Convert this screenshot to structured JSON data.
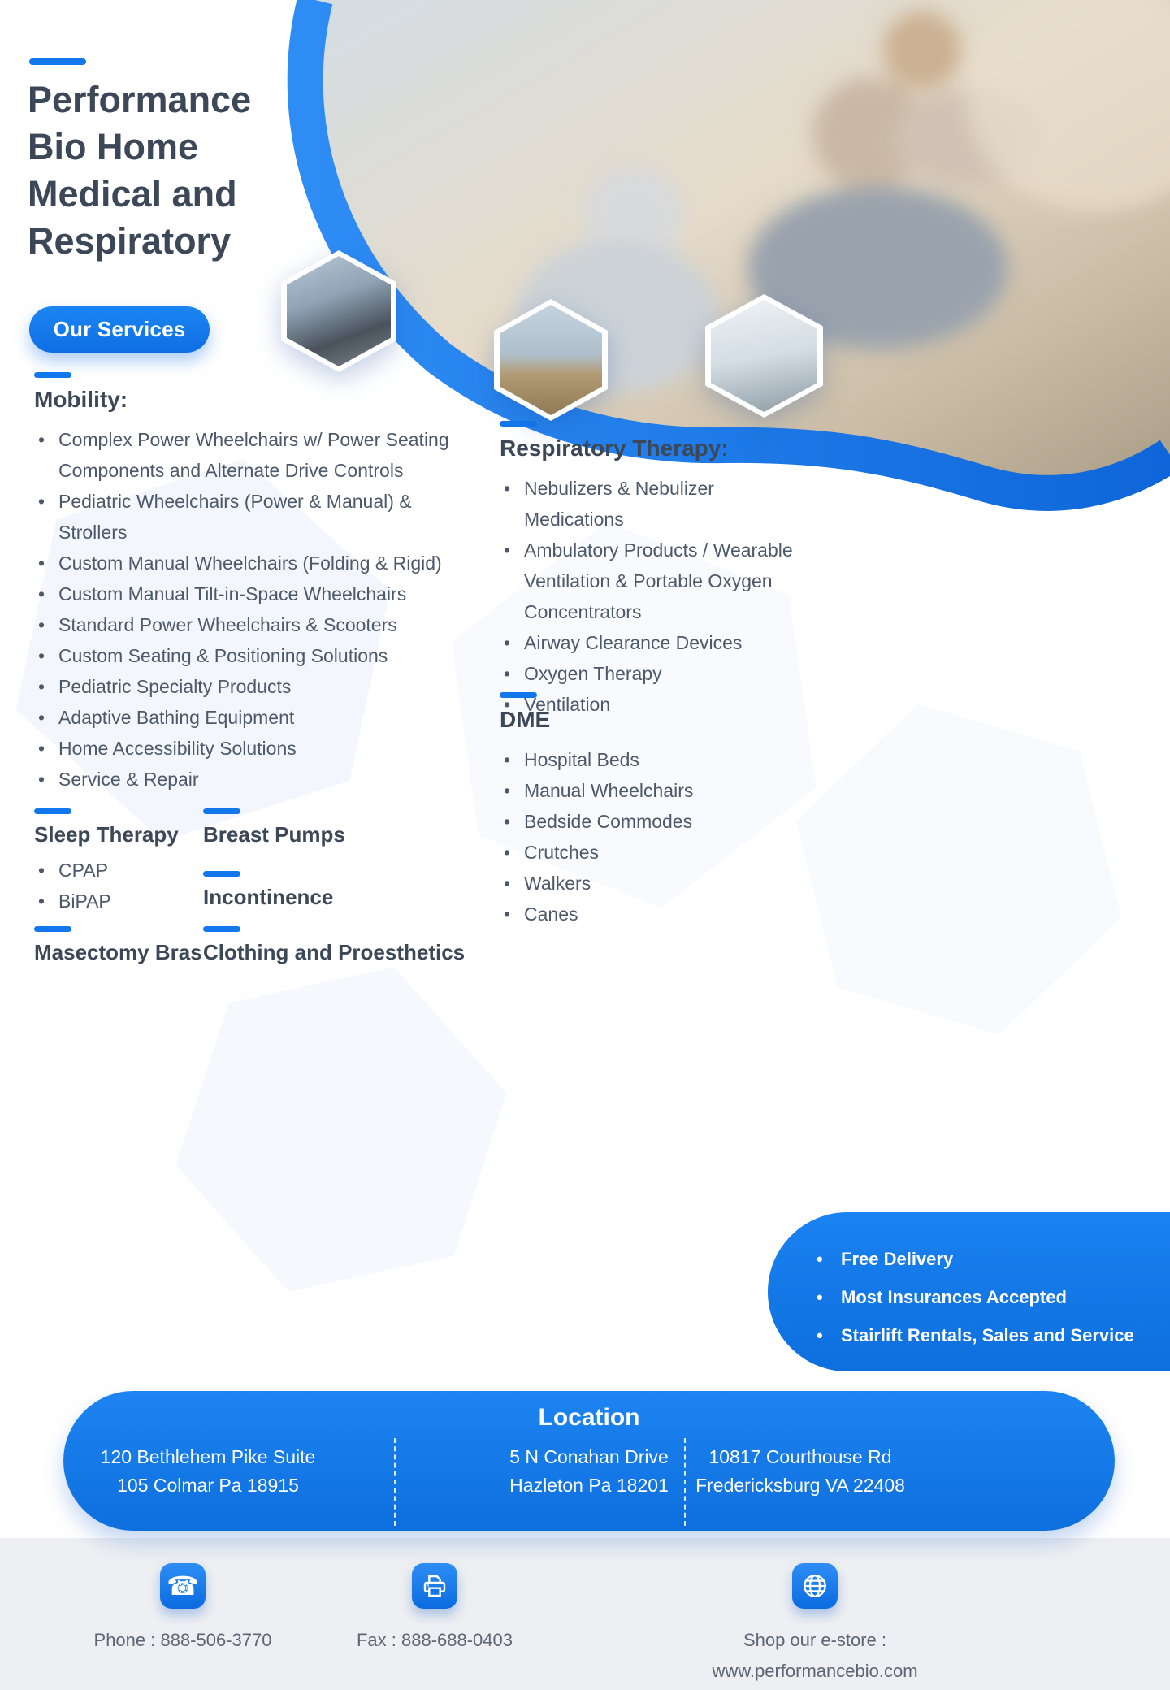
{
  "brand": {
    "accent_blue": "#1277ed",
    "title_color": "#3c4857"
  },
  "header": {
    "title": "Performance Bio Home Medical and Respiratory",
    "services_button": "Our Services"
  },
  "images": {
    "hero_photo": "grandfather-piggybacking-granddaughter-with-grandmother-outdoors",
    "hex_photo_1": "power-wheelchair-on-street",
    "hex_photo_2": "mobility-scooter-on-mountain-trail",
    "hex_photo_3": "walker-and-manual-wheelchair-indoors"
  },
  "sections": {
    "mobility": {
      "heading": "Mobility:",
      "items": [
        "Complex Power Wheelchairs w/ Power Seating Components and Alternate Drive Controls",
        "Pediatric Wheelchairs (Power & Manual) & Strollers",
        "Custom Manual Wheelchairs (Folding & Rigid)",
        "Custom Manual Tilt-in-Space Wheelchairs",
        "Standard Power Wheelchairs & Scooters",
        "Custom Seating & Positioning Solutions",
        "Pediatric Specialty Products",
        "Adaptive Bathing Equipment",
        "Home Accessibility Solutions",
        "Service & Repair"
      ]
    },
    "respiratory": {
      "heading": "Respiratory Therapy:",
      "items": [
        "Nebulizers & Nebulizer Medications",
        "Ambulatory Products / Wearable Ventilation & Portable Oxygen Concentrators",
        "Airway Clearance Devices",
        "Oxygen Therapy",
        "Ventilation"
      ]
    },
    "dme": {
      "heading": "DME",
      "items": [
        "Hospital Beds",
        "Manual Wheelchairs",
        "Bedside Commodes",
        "Crutches",
        "Walkers",
        "Canes"
      ]
    },
    "sleep_therapy": {
      "heading": "Sleep Therapy",
      "items": [
        "CPAP",
        "BiPAP"
      ]
    },
    "breast_pumps": {
      "heading": "Breast Pumps"
    },
    "incontinence": {
      "heading": "Incontinence"
    },
    "masectomy_bras": {
      "heading": "Masectomy Bras"
    },
    "clothing_prosthetics": {
      "heading": "Clothing and Proesthetics"
    }
  },
  "features": {
    "items": [
      "Free Delivery",
      "Most Insurances Accepted",
      "Stairlift Rentals, Sales and Service"
    ]
  },
  "location": {
    "heading": "Location",
    "addresses": [
      {
        "line1": "120 Bethlehem Pike Suite",
        "line2": "105 Colmar Pa 18915"
      },
      {
        "line1": "5 N Conahan Drive",
        "line2": "Hazleton Pa 18201"
      },
      {
        "line1": "10817 Courthouse Rd",
        "line2": "Fredericksburg VA 22408"
      }
    ]
  },
  "footer": {
    "phone_label": "Phone : 888-506-3770",
    "fax_label": "Fax : 888-688-0403",
    "estore_line1": "Shop our e-store :",
    "estore_line2": "www.performancebio.com"
  }
}
